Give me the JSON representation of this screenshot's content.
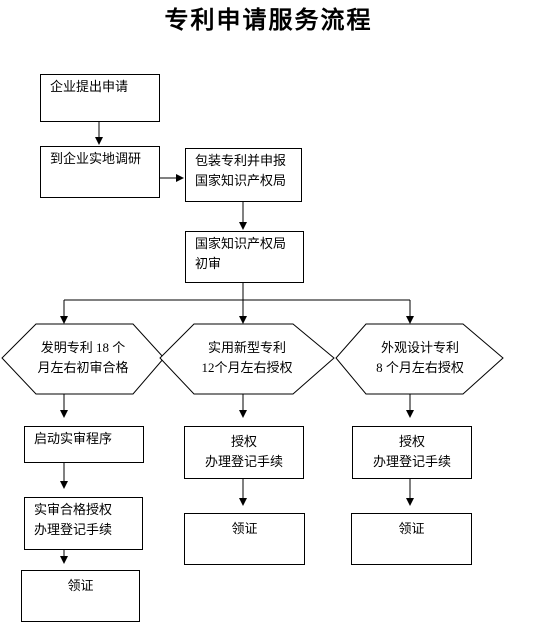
{
  "title": "专利申请服务流程",
  "nodes": {
    "apply": "企业提出申请",
    "survey": "到企业实地调研",
    "package": [
      "包装专利并申报",
      "国家知识产权局"
    ],
    "review": [
      "国家知识产权局",
      "初审"
    ],
    "invention": [
      "发明专利 18 个",
      "月左右初审合格"
    ],
    "utility": [
      "实用新型专利",
      "12个月左右授权"
    ],
    "design": [
      "外观设计专利",
      "8 个月左右授权"
    ],
    "substantive": "启动实审程序",
    "grant_invention": [
      "实审合格授权",
      "办理登记手续"
    ],
    "cert_invention": "领证",
    "grant_utility": [
      "授权",
      "办理登记手续"
    ],
    "cert_utility": "领证",
    "grant_design": [
      "授权",
      "办理登记手续"
    ],
    "cert_design": "领证"
  }
}
